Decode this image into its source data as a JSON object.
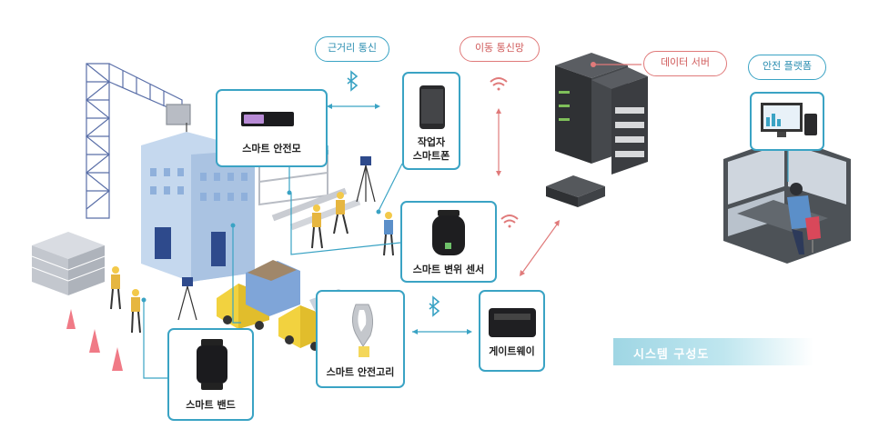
{
  "devices": {
    "helmet": "스마트 안전모",
    "phone_line1": "작업자",
    "phone_line2": "스마트폰",
    "sensor": "스마트 변위 센서",
    "gateway": "게이트웨이",
    "hook": "스마트 안전고리",
    "band": "스마트 밴드"
  },
  "comm": {
    "short_range": "근거리 통신",
    "mobile_network": "이동 통신망",
    "data_server": "데이터 서버",
    "safety_platform": "안전 플랫폼"
  },
  "caption": "시스템 구성도",
  "colors": {
    "accent_blue": "#3aa3c4",
    "accent_red": "#e07a7a",
    "building": "#c5d8ee",
    "server": "#3d3f42"
  }
}
